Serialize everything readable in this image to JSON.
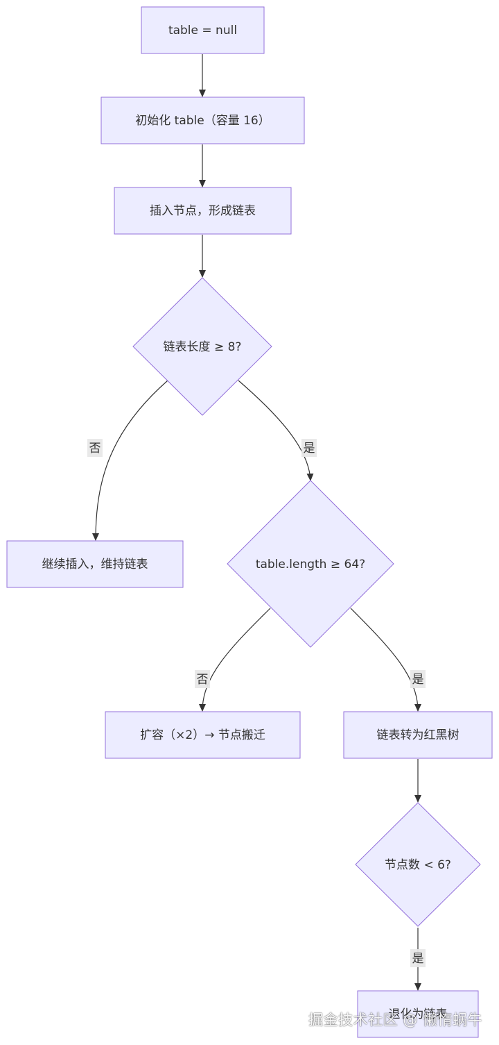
{
  "diagram": {
    "nodes": {
      "start": "table = null",
      "init": "初始化 table（容量 16）",
      "insert": "插入节点，形成链表",
      "check_len": "链表长度 ≥ 8?",
      "keep": "继续插入，维持链表",
      "check_table": "table.length ≥ 64?",
      "resize": "扩容（×2）→ 节点搬迁",
      "treeify": "链表转为红黑树",
      "check_count": "节点数 < 6?",
      "untreeify": "退化为链表"
    },
    "edge_labels": {
      "len_no": "否",
      "len_yes": "是",
      "table_no": "否",
      "table_yes": "是",
      "count_yes": "是"
    }
  },
  "watermark": "掘金技术社区 @ 懒惰蜗牛",
  "colors": {
    "node_fill": "#ececff",
    "node_border": "#9370db",
    "edge": "#333333",
    "label_bg": "#e8e8e8"
  }
}
